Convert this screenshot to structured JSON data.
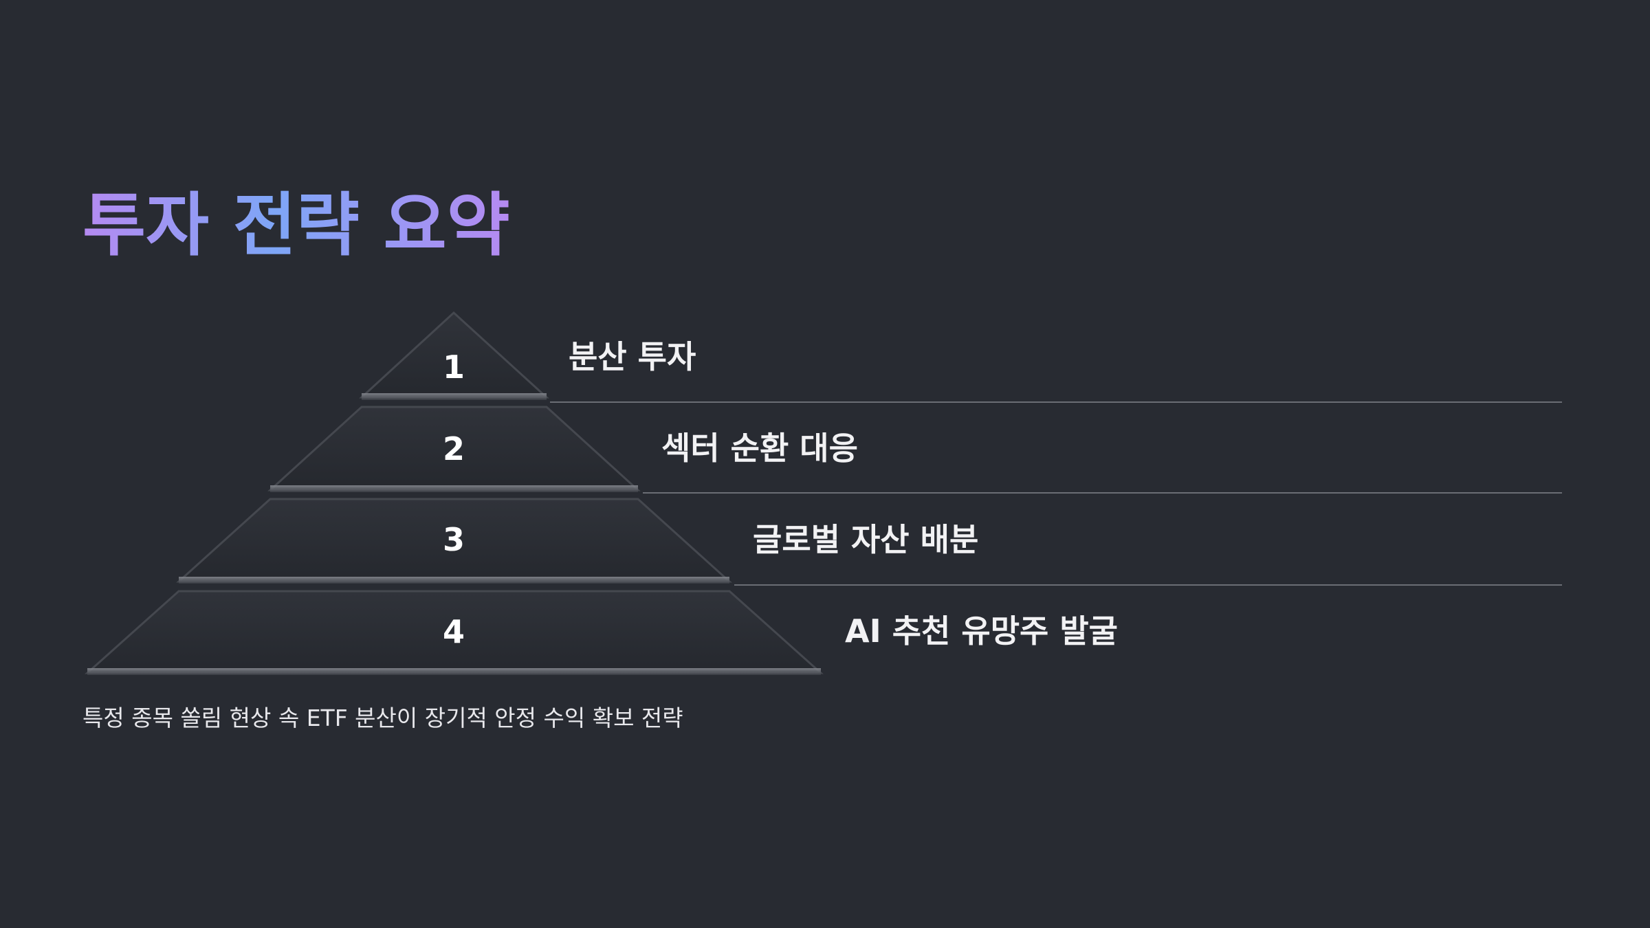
{
  "slide": {
    "title": "투자 전략 요약",
    "caption": "특정 종목 쏠림 현상 속 ETF 분산이 장기적 안정 수익 확보 전략"
  },
  "pyramid": {
    "levels": [
      {
        "number": "1",
        "label": "분산 투자"
      },
      {
        "number": "2",
        "label": "섹터 순환 대응"
      },
      {
        "number": "3",
        "label": "글로벌 자산 배분"
      },
      {
        "number": "4",
        "label": "AI 추천 유망주 발굴"
      }
    ]
  },
  "colors": {
    "background": "#282b32",
    "title_gradient_start": "#b58af1",
    "title_gradient_mid": "#7ea6f7",
    "level_fill": "#2a2d34",
    "divider": "#6b6e75"
  }
}
